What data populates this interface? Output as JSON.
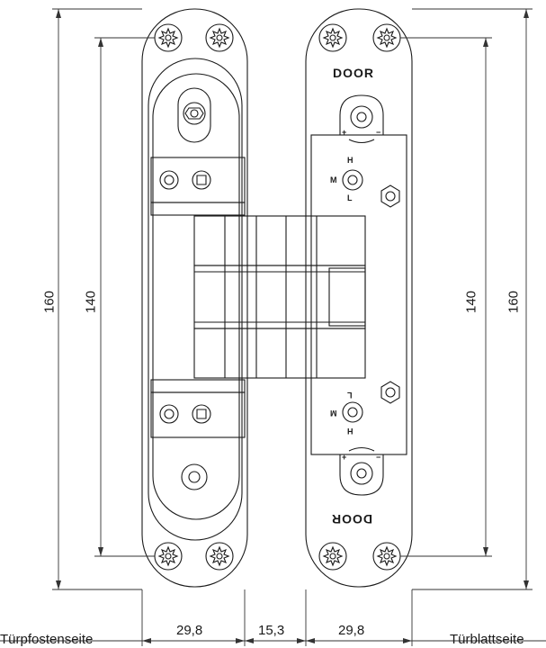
{
  "dimensions": {
    "bottom_left": "29,8",
    "bottom_middle": "15,3",
    "bottom_right": "29,8",
    "left_outer": "160",
    "left_inner": "140",
    "right_inner": "140",
    "right_outer": "160"
  },
  "side_labels": {
    "left": "Türpfostenseite",
    "right": "Türblattseite"
  },
  "plate_text": {
    "door_top": "DOOR",
    "door_bottom": "DOOR",
    "upper_h": "H",
    "upper_m": "M",
    "upper_l": "L",
    "lower_h": "H",
    "lower_m": "M",
    "lower_l": "L",
    "plus_upper": "+",
    "minus_upper": "−",
    "plus_lower": "+",
    "minus_lower": "−"
  },
  "colors": {
    "line": "#1a1a1a",
    "dim_line": "#333333",
    "background": "#ffffff"
  }
}
